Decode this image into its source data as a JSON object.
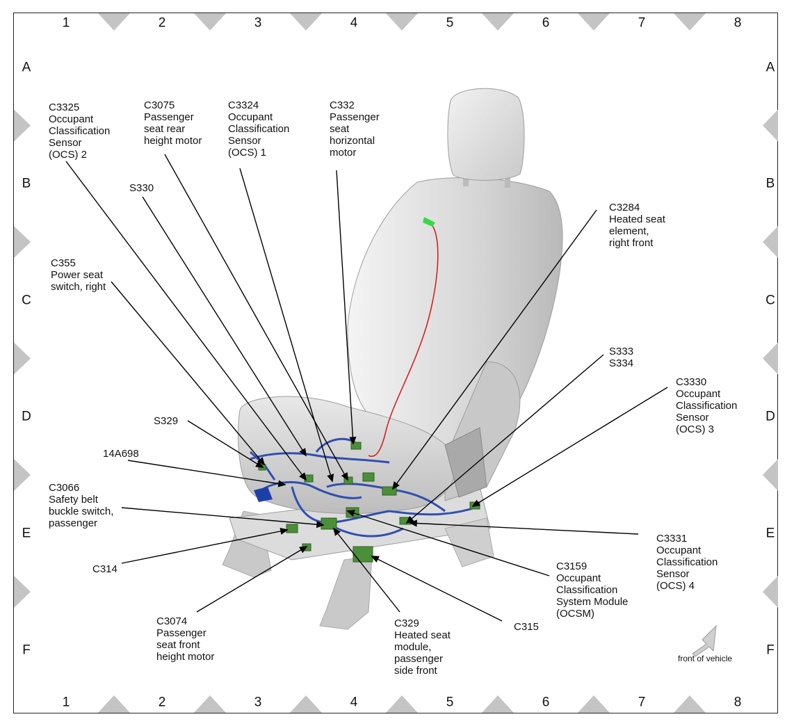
{
  "grid": {
    "columns": [
      "1",
      "2",
      "3",
      "4",
      "5",
      "6",
      "7",
      "8"
    ],
    "rows": [
      "A",
      "B",
      "C",
      "D",
      "E",
      "F"
    ]
  },
  "callouts": {
    "c3325": "C3325\nOccupant\nClassification\nSensor\n(OCS) 2",
    "c3075": "C3075\nPassenger\nseat rear\nheight motor",
    "c3324": "C3324\nOccupant\nClassification\nSensor\n(OCS) 1",
    "c332": "C332\nPassenger\nseat\nhorizontal\nmotor",
    "s330": "S330",
    "c3284": "C3284\nHeated seat\nelement,\nright front",
    "c355": "C355\nPower seat\nswitch, right",
    "s333_s334": "S333\nS334",
    "c3330": "C3330\nOccupant\nClassification\nSensor\n(OCS) 3",
    "s329": "S329",
    "n14a698": "14A698",
    "c3066": "C3066\nSafety belt\nbuckle switch,\npassenger",
    "c3331": "C3331\nOccupant\nClassification\nSensor\n(OCS) 4",
    "c314": "C314",
    "c3159": "C3159\nOccupant\nClassification\nSystem Module\n(OCSM)",
    "c315": "C315",
    "c3074": "C3074\nPassenger\nseat front\nheight motor",
    "c329": "C329\nHeated seat\nmodule,\npassenger\nside front"
  },
  "orientation_label": "front of vehicle",
  "colors": {
    "harness": "#2f4fb0",
    "connector": "#4c8f3a",
    "heater_wire": "#d42020",
    "seat": "#d9d9d9",
    "border_marker": "#c4c4c4"
  }
}
